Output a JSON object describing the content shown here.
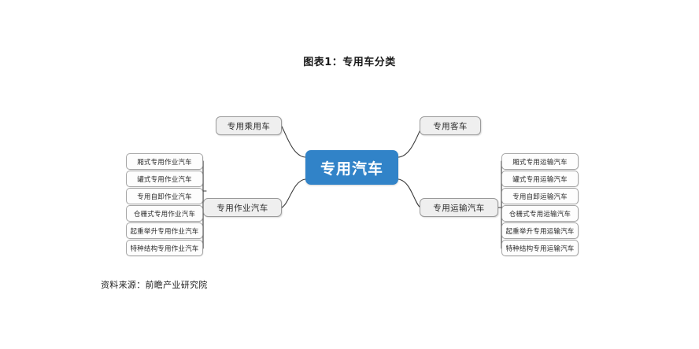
{
  "title": "图表1：专用车分类",
  "source": "资料来源：前瞻产业研究院",
  "colors": {
    "root_fill": "#3183C8",
    "root_text": "#FFFFFF",
    "branch_fill": "#EFEFEF",
    "branch_border": "#9A9A9A",
    "leaf_fill": "#FDFDFD",
    "leaf_border": "#A5A5A5",
    "connector": "#3A3A3A",
    "page_bg": "#FFFFFF"
  },
  "diagram": {
    "type": "mindmap",
    "root": {
      "label": "专用汽车"
    },
    "branches": [
      {
        "id": "passenger",
        "label": "专用乘用车",
        "side": "left",
        "position": "top",
        "children": []
      },
      {
        "id": "bus",
        "label": "专用客车",
        "side": "right",
        "position": "top",
        "children": []
      },
      {
        "id": "work",
        "label": "专用作业汽车",
        "side": "left",
        "position": "bottom",
        "children": [
          "厢式专用作业汽车",
          "罐式专用作业汽车",
          "专用自卸作业汽车",
          "仓栅式专用作业汽车",
          "起重举升专用作业汽车",
          "特种结构专用作业汽车"
        ]
      },
      {
        "id": "transport",
        "label": "专用运输汽车",
        "side": "right",
        "position": "bottom",
        "children": [
          "厢式专用运输汽车",
          "罐式专用运输汽车",
          "专用自卸运输汽车",
          "仓栅式专用运输汽车",
          "起重举升专用运输汽车",
          "特种结构专用运输汽车"
        ]
      }
    ]
  }
}
